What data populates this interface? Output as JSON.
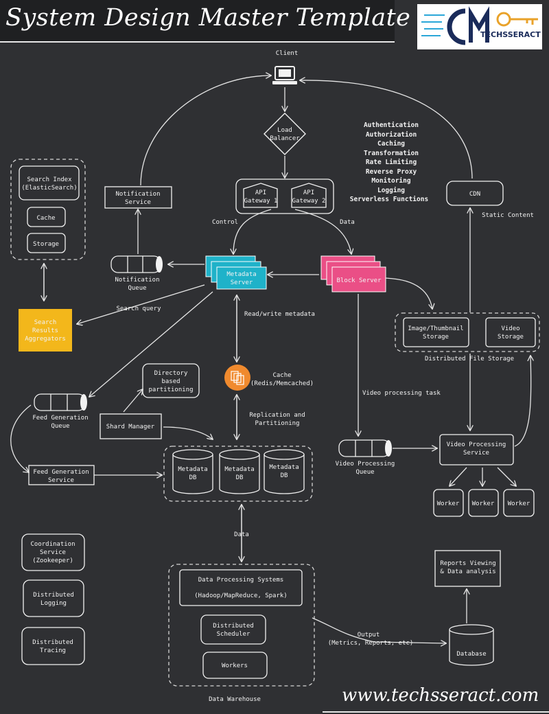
{
  "header": {
    "title": "System Design Master Template",
    "logo_text": "TECHSSERACT"
  },
  "footer": {
    "url": "www.techsseract.com"
  },
  "colors": {
    "background": "#2f3033",
    "metadata_server": "#1fb2c9",
    "block_server": "#ea4f86",
    "search_aggregator": "#f3b71b",
    "cache_circle": "#f08a2e",
    "line": "#e6e6e6"
  },
  "nodes": {
    "client": "Client",
    "load_balancer": [
      "Load",
      "Balancer"
    ],
    "api_gateway_1": [
      "API",
      "Gateway 1"
    ],
    "api_gateway_2": [
      "API",
      "Gateway 2"
    ],
    "gateway_features": [
      "Authentication",
      "Authorization",
      "Caching",
      "Transformation",
      "Rate Limiting",
      "Reverse Proxy",
      "Monitoring",
      "Logging",
      "Serverless Functions"
    ],
    "cdn": "CDN",
    "static_content": "Static Content",
    "notification_service": [
      "Notification",
      "Service"
    ],
    "notification_queue": [
      "Notification",
      "Queue"
    ],
    "search_index": [
      "Search Index",
      "(ElasticSearch)"
    ],
    "search_cache": "Cache",
    "search_storage": "Storage",
    "search_aggregators": [
      "Search",
      "Results",
      "Aggregators"
    ],
    "search_query": "Search query",
    "control": "Control",
    "data_label": "Data",
    "metadata_server": [
      "Metadata",
      "Server"
    ],
    "block_server": "Block Server",
    "image_storage": [
      "Image/Thumbnail",
      "Storage"
    ],
    "video_storage": [
      "Video",
      "Storage"
    ],
    "distributed_file_storage": "Distributed File Storage",
    "read_write_metadata": "Read/write metadata",
    "cache_redis": [
      "Cache",
      "(Redis/Memcached)"
    ],
    "directory_partitioning": [
      "Directory",
      "based",
      "partitioning"
    ],
    "replication": [
      "Replication and",
      "Partitioning"
    ],
    "video_processing_task": "Video processing task",
    "feed_generation_queue": [
      "Feed Generation",
      "Queue"
    ],
    "shard_manager": "Shard Manager",
    "feed_generation_service": [
      "Feed Generation",
      "Service"
    ],
    "metadata_db": [
      "Metadata",
      "DB"
    ],
    "video_processing_queue": [
      "Video Processing",
      "Queue"
    ],
    "video_processing_service": [
      "Video Processing",
      "Service"
    ],
    "worker": "Worker",
    "db_data": "Data",
    "coordination_service": [
      "Coordination",
      "Service",
      "(Zookeeper)"
    ],
    "distributed_logging": [
      "Distributed",
      "Logging"
    ],
    "distributed_tracing": [
      "Distributed",
      "Tracing"
    ],
    "data_processing_systems": [
      "Data Processing Systems",
      "(Hadoop/MapReduce, Spark)"
    ],
    "distributed_scheduler": [
      "Distributed",
      "Scheduler"
    ],
    "workers": "Workers",
    "data_warehouse": "Data Warehouse",
    "output": [
      "Output",
      "(Metrics, Reports, etc)"
    ],
    "reports": [
      "Reports Viewing",
      "& Data analysis"
    ],
    "database": "Database"
  }
}
